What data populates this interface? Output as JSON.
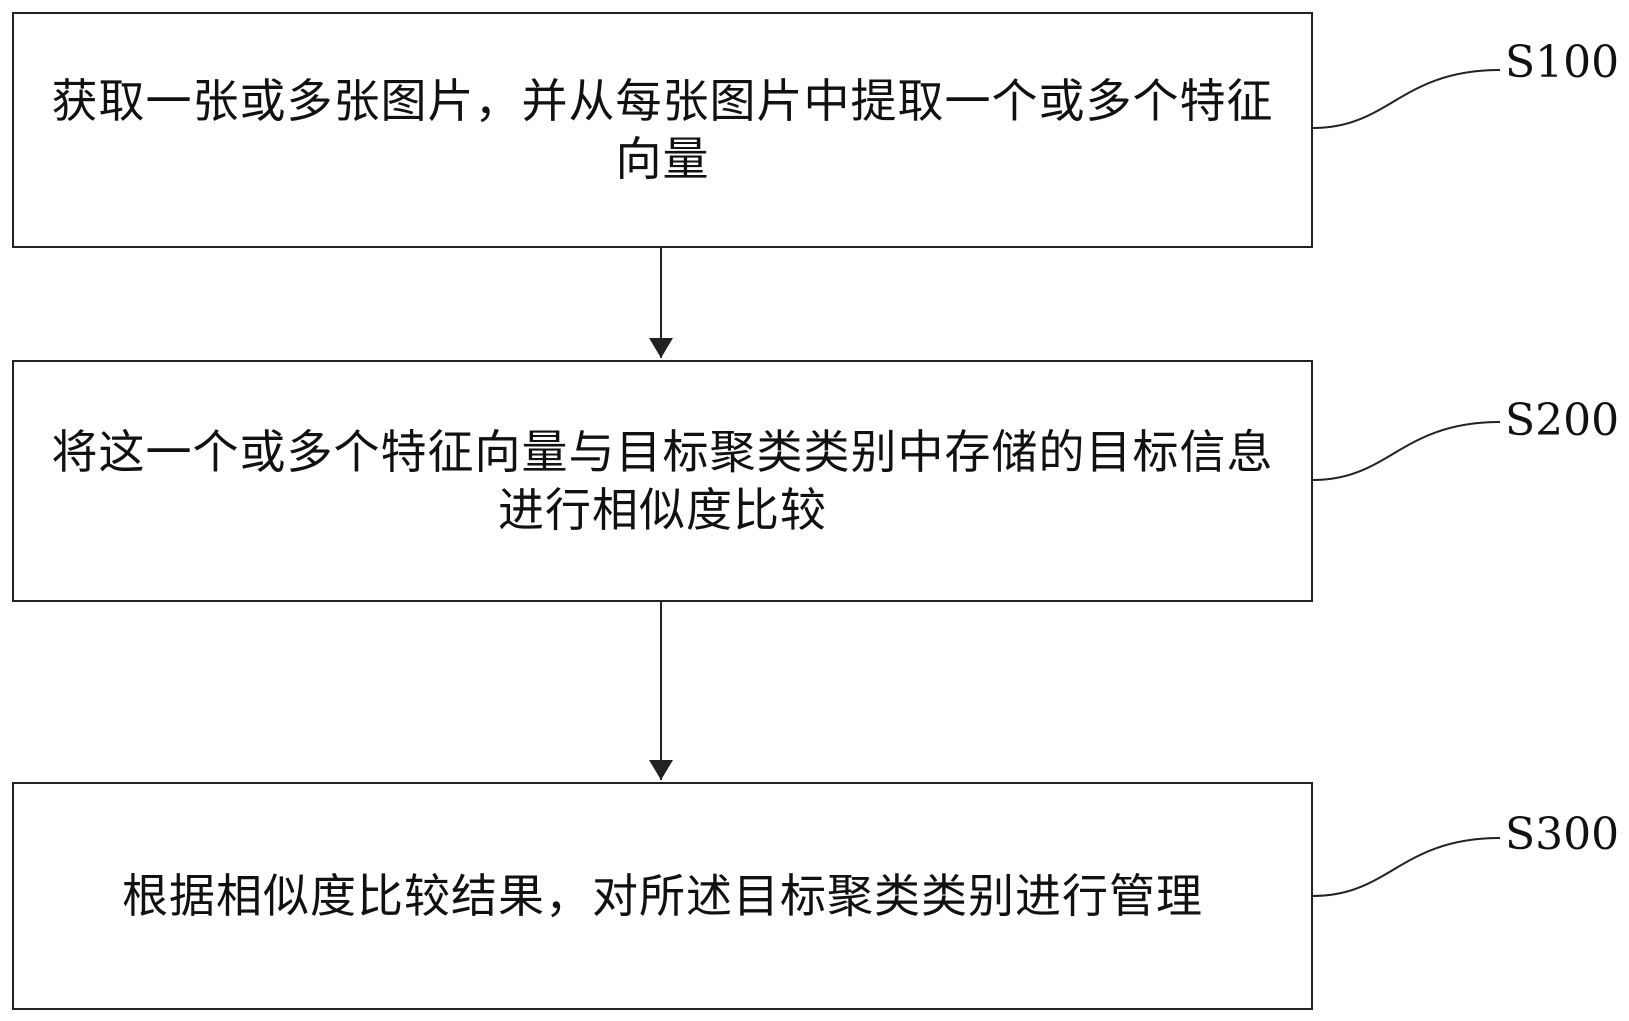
{
  "steps": [
    {
      "id": "S100",
      "label": "S100",
      "text": "获取一张或多张图片，并从每张图片中提取一个或多个特征向量"
    },
    {
      "id": "S200",
      "label": "S200",
      "text": "将这一个或多个特征向量与目标聚类类别中存储的目标信息进行相似度比较"
    },
    {
      "id": "S300",
      "label": "S300",
      "text": "根据相似度比较结果，对所述目标聚类类别进行管理"
    }
  ],
  "colors": {
    "stroke": "#222222",
    "text": "#111111",
    "background": "#ffffff"
  }
}
